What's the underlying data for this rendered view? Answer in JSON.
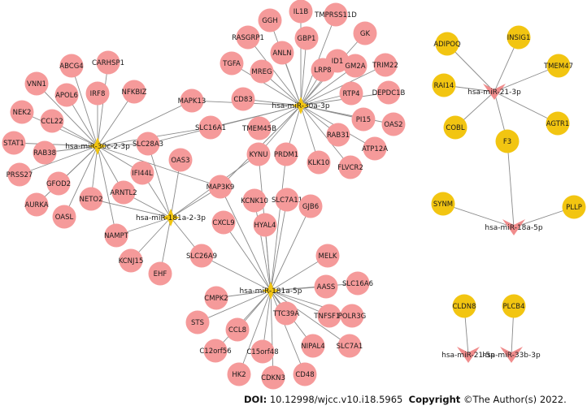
{
  "colors": {
    "pink_node": "#f59a9a",
    "yellow_node": "#f2c511",
    "mirna_star": "#f2c511",
    "mirna_arrow": "#f08c8c",
    "edge": "#8a8a8a"
  },
  "mirnas": [
    {
      "id": "m30c",
      "label": "hsa-miR-30c-2-3p",
      "shape": "star"
    },
    {
      "id": "m30a",
      "label": "hsa-miR-30a-3p",
      "shape": "star"
    },
    {
      "id": "m181a2",
      "label": "hsa-miR-181a-2-3p",
      "shape": "star"
    },
    {
      "id": "m181a5",
      "label": "hsa-miR-181a-5p",
      "shape": "star"
    },
    {
      "id": "m21",
      "label": "hsa-miR-21-3p",
      "shape": "arrow"
    },
    {
      "id": "m18a",
      "label": "hsa-miR-18a-5p",
      "shape": "arrow"
    },
    {
      "id": "m215",
      "label": "hsa-miR-21-5p",
      "shape": "arrow"
    },
    {
      "id": "m33b",
      "label": "hsa-miR-33b-3p",
      "shape": "arrow"
    }
  ],
  "genes": [
    {
      "id": "ABCG4",
      "label": "ABCG4",
      "color": "pink"
    },
    {
      "id": "CARHSP1",
      "label": "CARHSP1",
      "color": "pink"
    },
    {
      "id": "VNN1",
      "label": "VNN1",
      "color": "pink"
    },
    {
      "id": "APOL6",
      "label": "APOL6",
      "color": "pink"
    },
    {
      "id": "IRF8",
      "label": "IRF8",
      "color": "pink"
    },
    {
      "id": "NFKBIZ",
      "label": "NFKBIZ",
      "color": "pink"
    },
    {
      "id": "NEK2",
      "label": "NEK2",
      "color": "pink"
    },
    {
      "id": "CCL22",
      "label": "CCL22",
      "color": "pink"
    },
    {
      "id": "STAT1",
      "label": "STAT1",
      "color": "pink"
    },
    {
      "id": "RAB38",
      "label": "RAB38",
      "color": "pink"
    },
    {
      "id": "PRSS27",
      "label": "PRSS27",
      "color": "pink"
    },
    {
      "id": "GFOD2",
      "label": "GFOD2",
      "color": "pink"
    },
    {
      "id": "AURKA",
      "label": "AURKA",
      "color": "pink"
    },
    {
      "id": "OASL",
      "label": "OASL",
      "color": "pink"
    },
    {
      "id": "NETO2",
      "label": "NETO2",
      "color": "pink"
    },
    {
      "id": "NAMPT",
      "label": "NAMPT",
      "color": "pink"
    },
    {
      "id": "ARNTL2",
      "label": "ARNTL2",
      "color": "pink"
    },
    {
      "id": "IFI44L",
      "label": "IFI44L",
      "color": "pink"
    },
    {
      "id": "SLC28A3",
      "label": "SLC28A3",
      "color": "pink"
    },
    {
      "id": "OAS3",
      "label": "OAS3",
      "color": "pink"
    },
    {
      "id": "KCNJ15",
      "label": "KCNJ15",
      "color": "pink"
    },
    {
      "id": "EHF",
      "label": "EHF",
      "color": "pink"
    },
    {
      "id": "SLC26A9",
      "label": "SLC26A9",
      "color": "pink"
    },
    {
      "id": "MAP3K9",
      "label": "MAP3K9",
      "color": "pink"
    },
    {
      "id": "MAPK13",
      "label": "MAPK13",
      "color": "pink"
    },
    {
      "id": "SLC16A1",
      "label": "SLC16A1",
      "color": "pink"
    },
    {
      "id": "CD83",
      "label": "CD83",
      "color": "pink"
    },
    {
      "id": "TMEM45B",
      "label": "TMEM45B",
      "color": "pink"
    },
    {
      "id": "KYNU",
      "label": "KYNU",
      "color": "pink"
    },
    {
      "id": "GGH",
      "label": "GGH",
      "color": "pink"
    },
    {
      "id": "IL1B",
      "label": "IL1B",
      "color": "pink"
    },
    {
      "id": "TMPRSS11D",
      "label": "TMPRSS11D",
      "color": "pink"
    },
    {
      "id": "RASGRP1",
      "label": "RASGRP1",
      "color": "pink"
    },
    {
      "id": "GBP1",
      "label": "GBP1",
      "color": "pink"
    },
    {
      "id": "GK",
      "label": "GK",
      "color": "pink"
    },
    {
      "id": "ANLN",
      "label": "ANLN",
      "color": "pink"
    },
    {
      "id": "ID1",
      "label": "ID1",
      "color": "pink"
    },
    {
      "id": "TGFA",
      "label": "TGFA",
      "color": "pink"
    },
    {
      "id": "MREG",
      "label": "MREG",
      "color": "pink"
    },
    {
      "id": "LRP8",
      "label": "LRP8",
      "color": "pink"
    },
    {
      "id": "GM2A",
      "label": "GM2A",
      "color": "pink"
    },
    {
      "id": "TRIM22",
      "label": "TRIM22",
      "color": "pink"
    },
    {
      "id": "RTP4",
      "label": "RTP4",
      "color": "pink"
    },
    {
      "id": "DEPDC1B",
      "label": "DEPDC1B",
      "color": "pink"
    },
    {
      "id": "PI15",
      "label": "PI15",
      "color": "pink"
    },
    {
      "id": "OAS2",
      "label": "OAS2",
      "color": "pink"
    },
    {
      "id": "RAB31",
      "label": "RAB31",
      "color": "pink"
    },
    {
      "id": "ATP12A",
      "label": "ATP12A",
      "color": "pink"
    },
    {
      "id": "PRDM1",
      "label": "PRDM1",
      "color": "pink"
    },
    {
      "id": "KLK10",
      "label": "KLK10",
      "color": "pink"
    },
    {
      "id": "FLVCR2",
      "label": "FLVCR2",
      "color": "pink"
    },
    {
      "id": "KCNK10",
      "label": "KCNK10",
      "color": "pink"
    },
    {
      "id": "SLC7A11",
      "label": "SLC7A11",
      "color": "pink"
    },
    {
      "id": "GJB6",
      "label": "GJB6",
      "color": "pink"
    },
    {
      "id": "CXCL9",
      "label": "CXCL9",
      "color": "pink"
    },
    {
      "id": "HYAL4",
      "label": "HYAL4",
      "color": "pink"
    },
    {
      "id": "MELK",
      "label": "MELK",
      "color": "pink"
    },
    {
      "id": "AASS",
      "label": "AASS",
      "color": "pink"
    },
    {
      "id": "SLC16A6",
      "label": "SLC16A6",
      "color": "pink"
    },
    {
      "id": "CMPK2",
      "label": "CMPK2",
      "color": "pink"
    },
    {
      "id": "STS",
      "label": "STS",
      "color": "pink"
    },
    {
      "id": "CCL8",
      "label": "CCL8",
      "color": "pink"
    },
    {
      "id": "C12orf56",
      "label": "C12orf56",
      "color": "pink"
    },
    {
      "id": "C15orf48",
      "label": "C15orf48",
      "color": "pink"
    },
    {
      "id": "TTC39A",
      "label": "TTC39A",
      "color": "pink"
    },
    {
      "id": "TNFSF10",
      "label": "TNFSF10",
      "color": "pink"
    },
    {
      "id": "POLR3G",
      "label": "POLR3G",
      "color": "pink"
    },
    {
      "id": "NIPAL4",
      "label": "NIPAL4",
      "color": "pink"
    },
    {
      "id": "SLC7A1",
      "label": "SLC7A1",
      "color": "pink"
    },
    {
      "id": "HK2",
      "label": "HK2",
      "color": "pink"
    },
    {
      "id": "CDKN3",
      "label": "CDKN3",
      "color": "pink"
    },
    {
      "id": "CD48",
      "label": "CD48",
      "color": "pink"
    },
    {
      "id": "ADIPOQ",
      "label": "ADIPOQ",
      "color": "yellow"
    },
    {
      "id": "INSIG1",
      "label": "INSIG1",
      "color": "yellow"
    },
    {
      "id": "TMEM47",
      "label": "TMEM47",
      "color": "yellow"
    },
    {
      "id": "RAI14",
      "label": "RAI14",
      "color": "yellow"
    },
    {
      "id": "AGTR1",
      "label": "AGTR1",
      "color": "yellow"
    },
    {
      "id": "COBL",
      "label": "COBL",
      "color": "yellow"
    },
    {
      "id": "F3",
      "label": "F3",
      "color": "yellow"
    },
    {
      "id": "SYNM",
      "label": "SYNM",
      "color": "yellow"
    },
    {
      "id": "PLLP",
      "label": "PLLP",
      "color": "yellow"
    },
    {
      "id": "CLDN8",
      "label": "CLDN8",
      "color": "yellow"
    },
    {
      "id": "PLCB4",
      "label": "PLCB4",
      "color": "yellow"
    }
  ],
  "edges": [
    [
      "m30c",
      "ABCG4"
    ],
    [
      "m30c",
      "CARHSP1"
    ],
    [
      "m30c",
      "VNN1"
    ],
    [
      "m30c",
      "APOL6"
    ],
    [
      "m30c",
      "IRF8"
    ],
    [
      "m30c",
      "NFKBIZ"
    ],
    [
      "m30c",
      "NEK2"
    ],
    [
      "m30c",
      "CCL22"
    ],
    [
      "m30c",
      "STAT1"
    ],
    [
      "m30c",
      "RAB38"
    ],
    [
      "m30c",
      "PRSS27"
    ],
    [
      "m30c",
      "GFOD2"
    ],
    [
      "m30c",
      "AURKA"
    ],
    [
      "m30c",
      "OASL"
    ],
    [
      "m30c",
      "NETO2"
    ],
    [
      "m30c",
      "NAMPT"
    ],
    [
      "m30c",
      "ARNTL2"
    ],
    [
      "m30c",
      "IFI44L"
    ],
    [
      "m30c",
      "SLC28A3"
    ],
    [
      "m30c",
      "MAPK13"
    ],
    [
      "m30c",
      "SLC16A1"
    ],
    [
      "m30c",
      "MAP3K9"
    ],
    [
      "m181a2",
      "IFI44L"
    ],
    [
      "m181a2",
      "NETO2"
    ],
    [
      "m181a2",
      "ARNTL2"
    ],
    [
      "m181a2",
      "OAS3"
    ],
    [
      "m181a2",
      "KCNJ15"
    ],
    [
      "m181a2",
      "EHF"
    ],
    [
      "m181a2",
      "SLC26A9"
    ],
    [
      "m181a2",
      "MAP3K9"
    ],
    [
      "m181a2",
      "SLC28A3"
    ],
    [
      "m181a2",
      "NAMPT"
    ],
    [
      "m181a2",
      "KYNU"
    ],
    [
      "m30a",
      "GGH"
    ],
    [
      "m30a",
      "IL1B"
    ],
    [
      "m30a",
      "TMPRSS11D"
    ],
    [
      "m30a",
      "RASGRP1"
    ],
    [
      "m30a",
      "GBP1"
    ],
    [
      "m30a",
      "GK"
    ],
    [
      "m30a",
      "ANLN"
    ],
    [
      "m30a",
      "ID1"
    ],
    [
      "m30a",
      "TGFA"
    ],
    [
      "m30a",
      "MREG"
    ],
    [
      "m30a",
      "LRP8"
    ],
    [
      "m30a",
      "GM2A"
    ],
    [
      "m30a",
      "TRIM22"
    ],
    [
      "m30a",
      "RTP4"
    ],
    [
      "m30a",
      "DEPDC1B"
    ],
    [
      "m30a",
      "PI15"
    ],
    [
      "m30a",
      "OAS2"
    ],
    [
      "m30a",
      "RAB31"
    ],
    [
      "m30a",
      "ATP12A"
    ],
    [
      "m30a",
      "FLVCR2"
    ],
    [
      "m30a",
      "KLK10"
    ],
    [
      "m30a",
      "PRDM1"
    ],
    [
      "m30a",
      "CD83"
    ],
    [
      "m30a",
      "TMEM45B"
    ],
    [
      "m30a",
      "KYNU"
    ],
    [
      "m30a",
      "MAP3K9"
    ],
    [
      "m30a",
      "SLC16A1"
    ],
    [
      "m30a",
      "MAPK13"
    ],
    [
      "m30a",
      "SLC28A3"
    ],
    [
      "m181a5",
      "MAP3K9"
    ],
    [
      "m181a5",
      "KCNK10"
    ],
    [
      "m181a5",
      "SLC7A11"
    ],
    [
      "m181a5",
      "GJB6"
    ],
    [
      "m181a5",
      "CXCL9"
    ],
    [
      "m181a5",
      "HYAL4"
    ],
    [
      "m181a5",
      "MELK"
    ],
    [
      "m181a5",
      "AASS"
    ],
    [
      "m181a5",
      "SLC16A6"
    ],
    [
      "m181a5",
      "CMPK2"
    ],
    [
      "m181a5",
      "STS"
    ],
    [
      "m181a5",
      "CCL8"
    ],
    [
      "m181a5",
      "C12orf56"
    ],
    [
      "m181a5",
      "C15orf48"
    ],
    [
      "m181a5",
      "TTC39A"
    ],
    [
      "m181a5",
      "TNFSF10"
    ],
    [
      "m181a5",
      "POLR3G"
    ],
    [
      "m181a5",
      "NIPAL4"
    ],
    [
      "m181a5",
      "SLC7A1"
    ],
    [
      "m181a5",
      "HK2"
    ],
    [
      "m181a5",
      "CDKN3"
    ],
    [
      "m181a5",
      "CD48"
    ],
    [
      "m181a5",
      "SLC26A9"
    ],
    [
      "m181a5",
      "KYNU"
    ],
    [
      "m181a5",
      "PRDM1"
    ],
    [
      "m21",
      "ADIPOQ"
    ],
    [
      "m21",
      "INSIG1"
    ],
    [
      "m21",
      "TMEM47"
    ],
    [
      "m21",
      "RAI14"
    ],
    [
      "m21",
      "AGTR1"
    ],
    [
      "m21",
      "COBL"
    ],
    [
      "m21",
      "F3"
    ],
    [
      "m18a",
      "F3"
    ],
    [
      "m18a",
      "SYNM"
    ],
    [
      "m18a",
      "PLLP"
    ],
    [
      "m215",
      "CLDN8"
    ],
    [
      "m33b",
      "PLCB4"
    ]
  ],
  "footer": {
    "doi_label": "DOI:",
    "doi_value": "10.12998/wjcc.v10.i18.5965",
    "copyright_label": "Copyright",
    "copyright_value": "©The Author(s) 2022."
  }
}
